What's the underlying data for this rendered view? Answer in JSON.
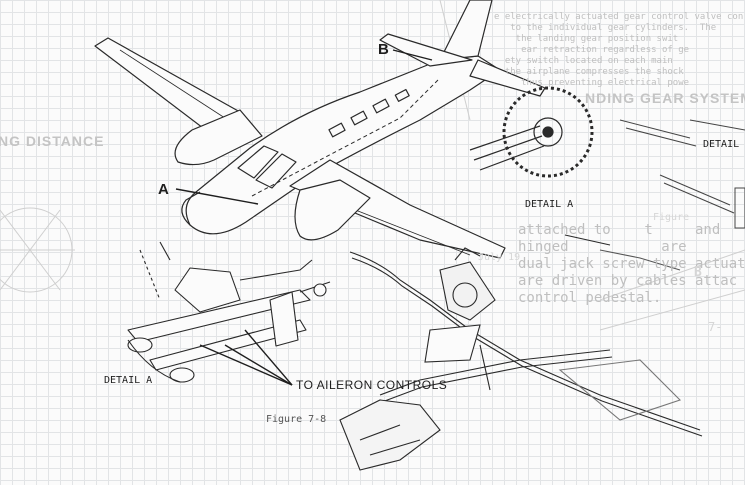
{
  "callouts": {
    "a_top": "A",
    "b": "B",
    "detail_a_left": "DETAIL A",
    "detail_a_mid": "DETAIL A",
    "detail_right": "DETAIL",
    "aileron": "TO AILERON CONTROLS",
    "figure": "Figure 7-8"
  },
  "background_text": {
    "landing_distance": "NG DISTANCE",
    "gear_heading": "NDING GEAR SYSTEM",
    "gear_para": [
      "e electrically actuated gear control valve con",
      "   to the individual gear cylinders.  The",
      "    the landing gear position swit",
      "     ear retraction regardless of ge",
      "  ety switch located on each main",
      "  the airplane compresses the shock",
      "     thus preventing electrical powe"
    ],
    "actuator_para": [
      "attached to    t     and",
      "hinged           are",
      "dual jack screw type actuator",
      "are driven by cables attac",
      "control pedestal."
    ],
    "july": "July 19",
    "figure_faint": "Figure",
    "b_faint": "B",
    "right_faint": "7-"
  },
  "colors": {
    "ink": "#1e1e1e",
    "faint_ink": "#bfbfbf",
    "grid": "#e2e4e6",
    "paper": "#fbfbfb"
  }
}
